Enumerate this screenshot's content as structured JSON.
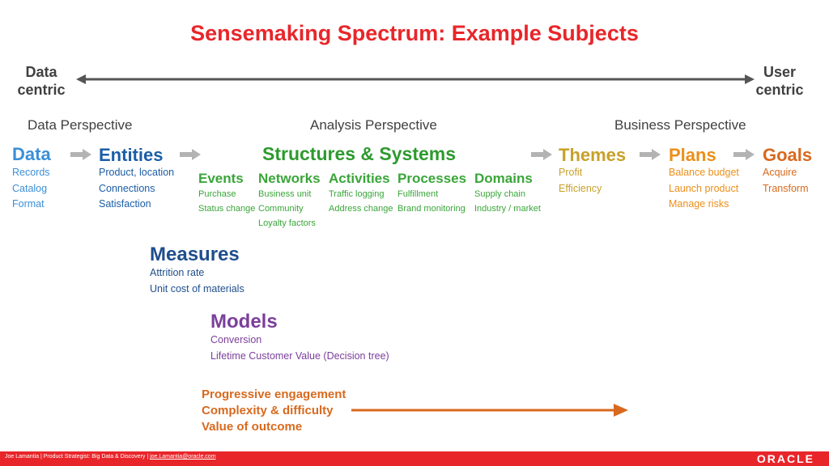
{
  "title": "Sensemaking Spectrum: Example Subjects",
  "axis": {
    "left": [
      "Data",
      "centric"
    ],
    "right": [
      "User",
      "centric"
    ]
  },
  "perspectives": {
    "data": "Data Perspective",
    "analysis": "Analysis Perspective",
    "business": "Business Perspective"
  },
  "data_col": {
    "head": "Data",
    "items": [
      "Records",
      "Catalog",
      "Format"
    ]
  },
  "entities": {
    "head": "Entities",
    "items": [
      "Product, location",
      "Connections",
      "Satisfaction"
    ]
  },
  "structures": {
    "head": "Structures & Systems",
    "events": {
      "head": "Events",
      "items": [
        "Purchase",
        "Status change"
      ]
    },
    "networks": {
      "head": "Networks",
      "items": [
        "Business unit",
        "Community",
        "Loyalty factors"
      ]
    },
    "activities": {
      "head": "Activities",
      "items": [
        "Traffic logging",
        "Address change"
      ]
    },
    "processes": {
      "head": "Processes",
      "items": [
        "Fulfillment",
        "Brand monitoring"
      ]
    },
    "domains": {
      "head": "Domains",
      "items": [
        "Supply chain",
        "Industry / market"
      ]
    }
  },
  "themes": {
    "head": "Themes",
    "items": [
      "Profit",
      "Efficiency"
    ]
  },
  "plans": {
    "head": "Plans",
    "items": [
      "Balance budget",
      "Launch product",
      "Manage risks"
    ]
  },
  "goals": {
    "head": "Goals",
    "items": [
      "Acquire",
      "Transform"
    ]
  },
  "measures": {
    "head": "Measures",
    "items": [
      "Attrition rate",
      "Unit cost of materials"
    ]
  },
  "models": {
    "head": "Models",
    "items": [
      "Conversion",
      "Lifetime Customer Value (Decision tree)"
    ]
  },
  "progression": [
    "Progressive engagement",
    "Complexity & difficulty",
    "Value of outcome"
  ],
  "footer": {
    "text": "Joe Lamantia | Product Strategist: Big Data & Discovery | ",
    "email": "joe.Lamantia@oracle.com",
    "logo": "ORACLE"
  },
  "colors": {
    "title": "#e8262a",
    "data": "#3b8fd8",
    "entities": "#1b5da6",
    "structures": "#3aa53a",
    "themes": "#c8a02a",
    "plans": "#eb8f1a",
    "goals": "#d8691e",
    "measures": "#1f4e8c",
    "models": "#7b3f9b"
  }
}
